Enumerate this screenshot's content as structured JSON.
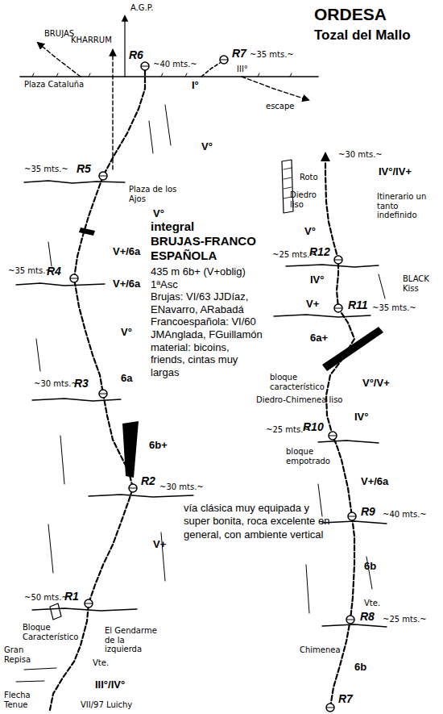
{
  "diagram": {
    "title": "ORDESA",
    "labels": [
      "BRUJAS",
      "KHARRUM",
      "A.G.P.",
      "~40 mts.~",
      "R6",
      "R7",
      "~35 mts.~",
      "III°",
      "Plaza Cataluña",
      "I°",
      "escape",
      "V°",
      "~35 mts.~",
      "R5",
      "Plaza de los Ajos",
      "V°",
      "~35 mts.~",
      "R4",
      "V+/6a",
      "V+/6a",
      "V°",
      "6a",
      "~30 mts.~",
      "R3",
      "6b+",
      "R2",
      "~30 mts.~",
      "V+",
      "~50 mts.~",
      "R1",
      "Bloque Característico",
      "El Gendarme de la izquierda",
      "Vte.",
      "Gran Repisa",
      "III°/IV°",
      "Flecha Tenue",
      "VII/97 Luichy",
      "~30 mts.~",
      "Roto",
      "Diedro liso",
      "IV°/IV+",
      "Itinerario un tanto indefinido",
      "V°",
      "~25 mts.~",
      "R12",
      "IV°",
      "BLACK Kiss",
      "V+",
      "R11",
      "~35 mts.~",
      "6a+",
      "bloque característico",
      "Diedro-Chimenea liso",
      "V°/V+",
      "IV°",
      "~25 mts.~",
      "R10",
      "bloque empotrado",
      "V+/6a",
      "R9",
      "~40 mts.~",
      "6b",
      "Vte.",
      "R8",
      "~25 mts.~",
      "Chimenea",
      "6b",
      "R7",
      "integral",
      "BRUJAS-FRANCO ESPAÑOLA",
      "435 m 6b+ (V+oblig)",
      "1ªAsc",
      "Brujas: VI/63 JJDíaz, ENavarro, ARabadá",
      "Francoespañola: VI/60 JMAnglada, FGuillamón",
      "material: bicoins, friends, cintas muy largas",
      "vía clásica muy equipada y super bonita, roca excelente en general, con ambiente vertical",
      "Tozal del Mallo"
    ]
  }
}
